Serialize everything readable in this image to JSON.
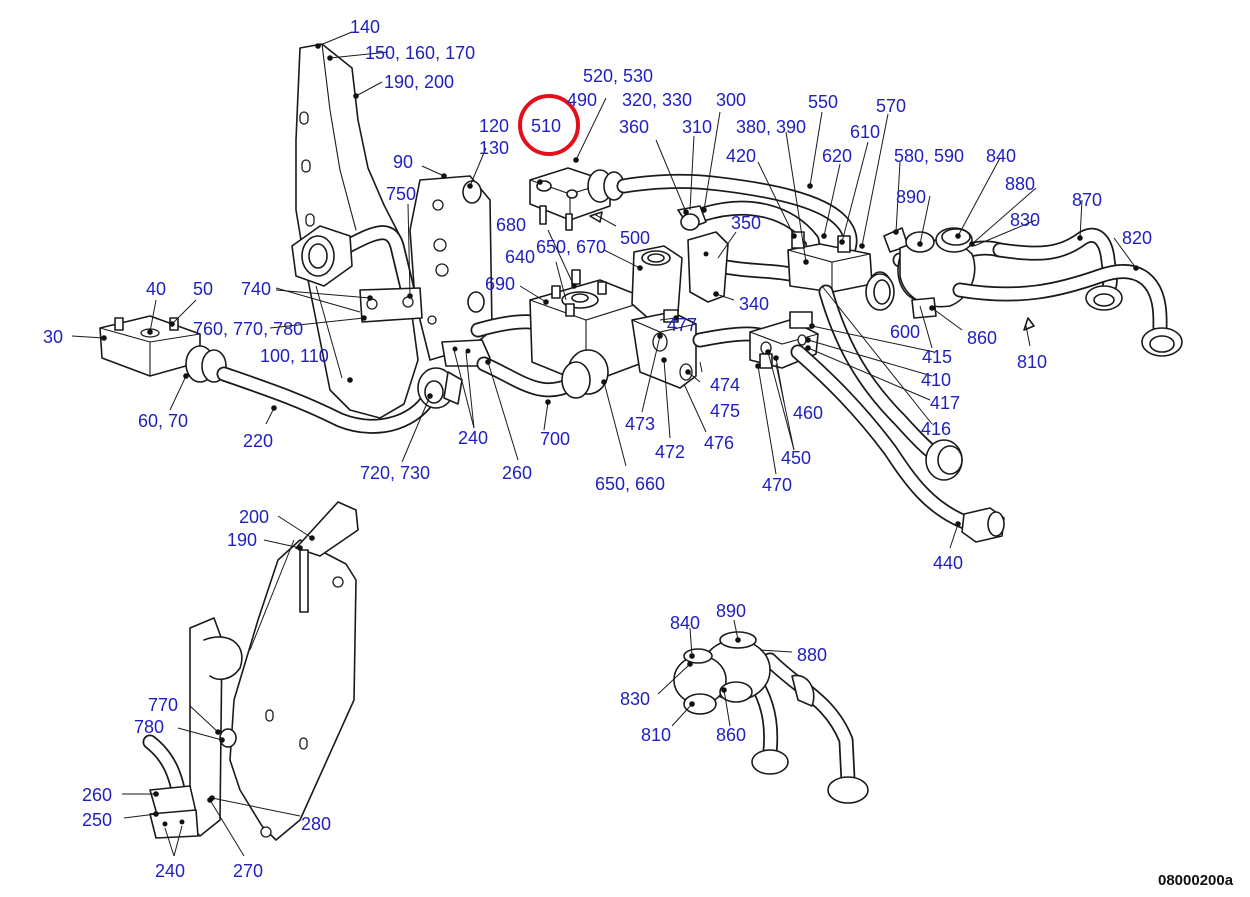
{
  "drawing_id": "08000200a",
  "highlight_color": "#e3101b",
  "label_color": "#1f1fbf",
  "labels": {
    "l140": "140",
    "l150": "150, 160, 170",
    "l190a": "190, 200",
    "l520": "520, 530",
    "l490": "490",
    "l320": "320, 330",
    "l300": "300",
    "l550": "550",
    "l570": "570",
    "l120": "120",
    "l510": "510",
    "l130": "130",
    "l360": "360",
    "l310": "310",
    "l380": "380, 390",
    "l610": "610",
    "l420": "420",
    "l620": "620",
    "l580": "580, 590",
    "l840a": "840",
    "l880a": "880",
    "l90": "90",
    "l750": "750",
    "l890a": "890",
    "l830a": "830",
    "l870": "870",
    "l820": "820",
    "l680": "680",
    "l500": "500",
    "l350": "350",
    "l640": "640",
    "l650a": "650, 670",
    "l740": "740",
    "l40": "40",
    "l50": "50",
    "l690": "690",
    "l340": "340",
    "l30": "30",
    "l760": "760, 770, 780",
    "l477": "477",
    "l600": "600",
    "l860a": "860",
    "l415": "415",
    "l810a": "810",
    "l100": "100, 110",
    "l474": "474",
    "l410": "410",
    "l60": "60, 70",
    "l475": "475",
    "l417": "417",
    "l473": "473",
    "l460": "460",
    "l416": "416",
    "l220": "220",
    "l240a": "240",
    "l700": "700",
    "l476": "476",
    "l472": "472",
    "l450": "450",
    "l720": "720, 730",
    "l260a": "260",
    "l650b": "650, 660",
    "l470": "470",
    "l200": "200",
    "l190b": "190",
    "l440": "440",
    "l840b": "840",
    "l890b": "890",
    "l880b": "880",
    "l830b": "830",
    "l810b": "810",
    "l860b": "860",
    "l770": "770",
    "l780": "780",
    "l260b": "260",
    "l250": "250",
    "l280": "280",
    "l240b": "240",
    "l270": "270"
  }
}
